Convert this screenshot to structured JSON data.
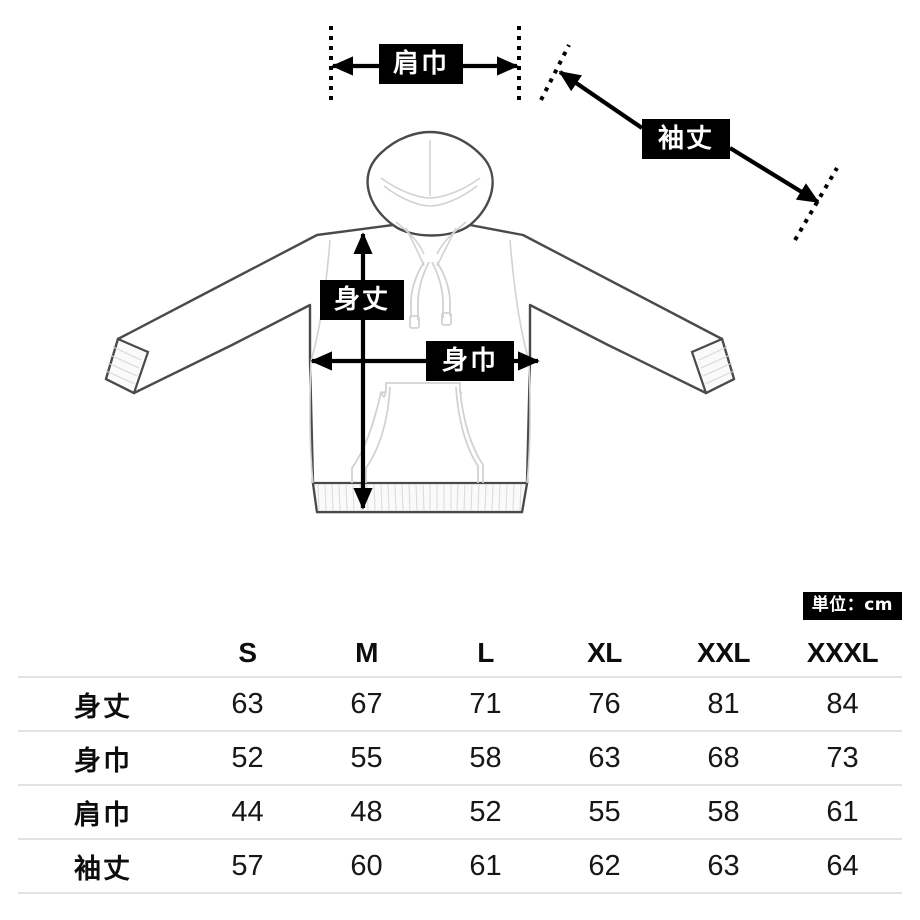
{
  "diagram": {
    "labels": {
      "shoulder_width": "肩巾",
      "sleeve_length": "袖丈",
      "body_length": "身丈",
      "body_width": "身巾"
    },
    "garment": "pullover-hoodie",
    "colors": {
      "label_background": "#000000",
      "label_text": "#ffffff",
      "outline": "#4a4a4a",
      "detail_line": "#d2d2d2",
      "arrow": "#000000"
    }
  },
  "table": {
    "unit_badge": "単位：cm",
    "corner_header": "",
    "size_headers": [
      "S",
      "M",
      "L",
      "XL",
      "XXL",
      "XXXL"
    ],
    "rows": [
      {
        "label": "身丈",
        "values": [
          "63",
          "67",
          "71",
          "76",
          "81",
          "84"
        ]
      },
      {
        "label": "身巾",
        "values": [
          "52",
          "55",
          "58",
          "63",
          "68",
          "73"
        ]
      },
      {
        "label": "肩巾",
        "values": [
          "44",
          "48",
          "52",
          "55",
          "58",
          "61"
        ]
      },
      {
        "label": "袖丈",
        "values": [
          "57",
          "60",
          "61",
          "62",
          "63",
          "64"
        ]
      }
    ]
  }
}
